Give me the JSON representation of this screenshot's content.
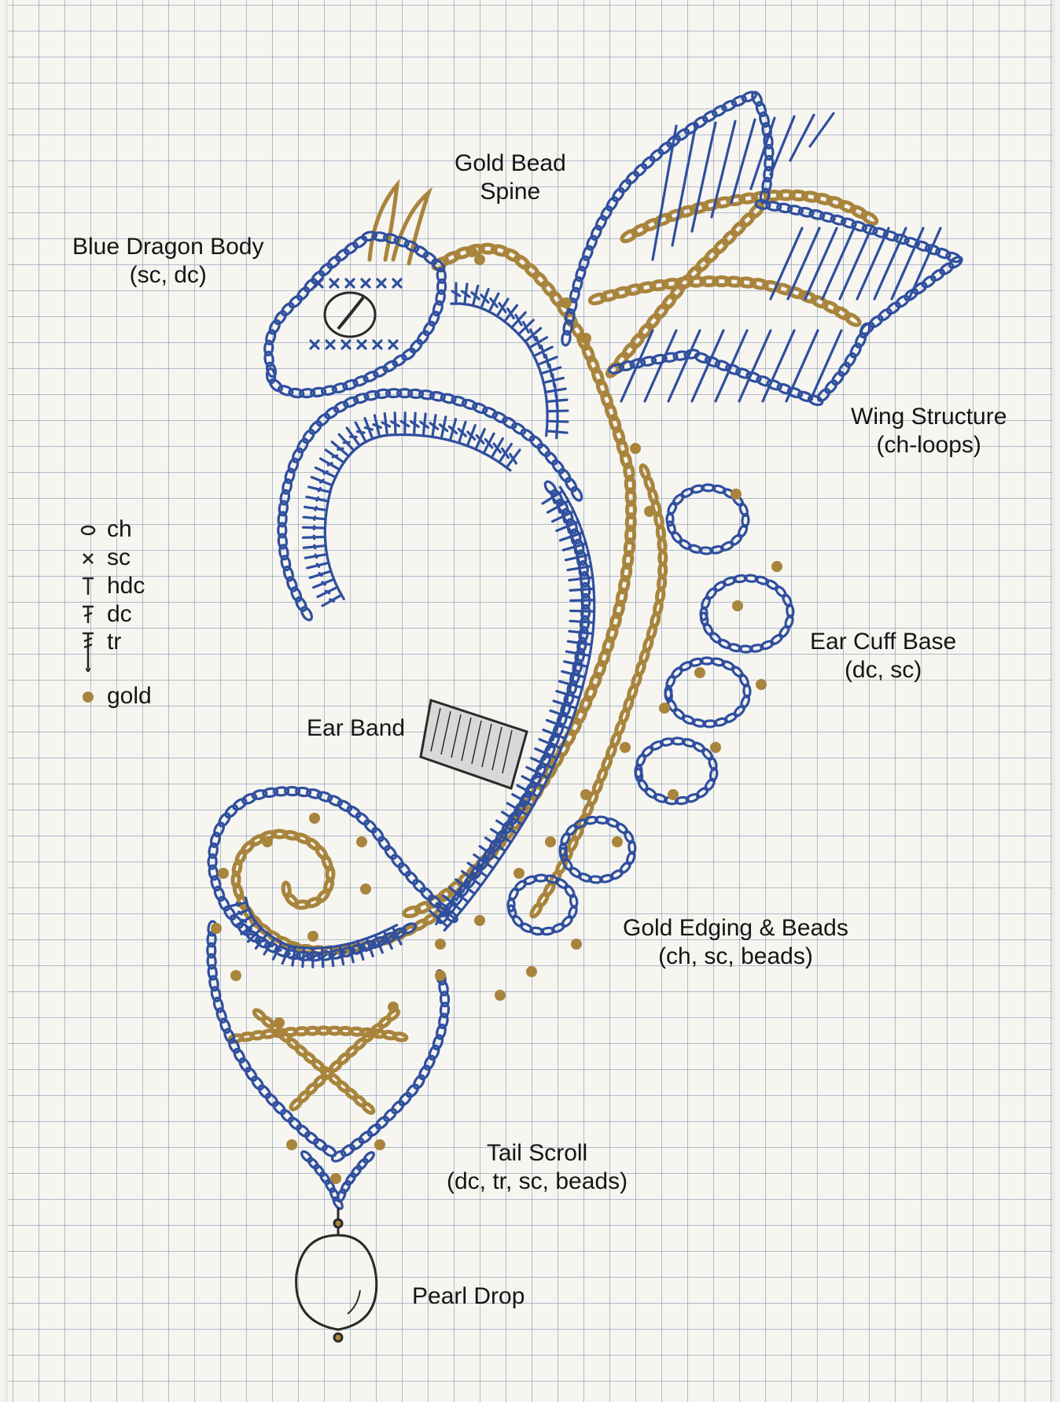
{
  "labels": {
    "blue_dragon_body": [
      "Blue Dragon Body",
      "(sc, dc)"
    ],
    "gold_bead_spine": [
      "Gold Bead",
      "Spine"
    ],
    "wing_structure": [
      "Wing Structure",
      "(ch-loops)"
    ],
    "ear_cuff_base": [
      "Ear Cuff Base",
      "(dc, sc)"
    ],
    "ear_band": [
      "Ear Band"
    ],
    "gold_edging_beads": [
      "Gold Edging & Beads",
      "(ch, sc, beads)"
    ],
    "tail_scroll": [
      "Tail Scroll",
      "(dc, tr, sc, beads)"
    ],
    "pearl_drop": [
      "Pearl Drop"
    ]
  },
  "legend": [
    {
      "symbol": "chain-oval-icon",
      "text": "ch"
    },
    {
      "symbol": "cross-icon",
      "text": "sc"
    },
    {
      "symbol": "hdc-t-icon",
      "text": "hdc"
    },
    {
      "symbol": "dc-t-icon",
      "text": "dc"
    },
    {
      "symbol": "tr-t-icon",
      "text": "tr"
    },
    {
      "symbol": "gold-dot-icon",
      "text": "gold"
    }
  ],
  "colors": {
    "blue": "#2f4f9e",
    "gold": "#a8843c",
    "ink": "#2a2a2a",
    "grid": "#8ea2bf"
  }
}
